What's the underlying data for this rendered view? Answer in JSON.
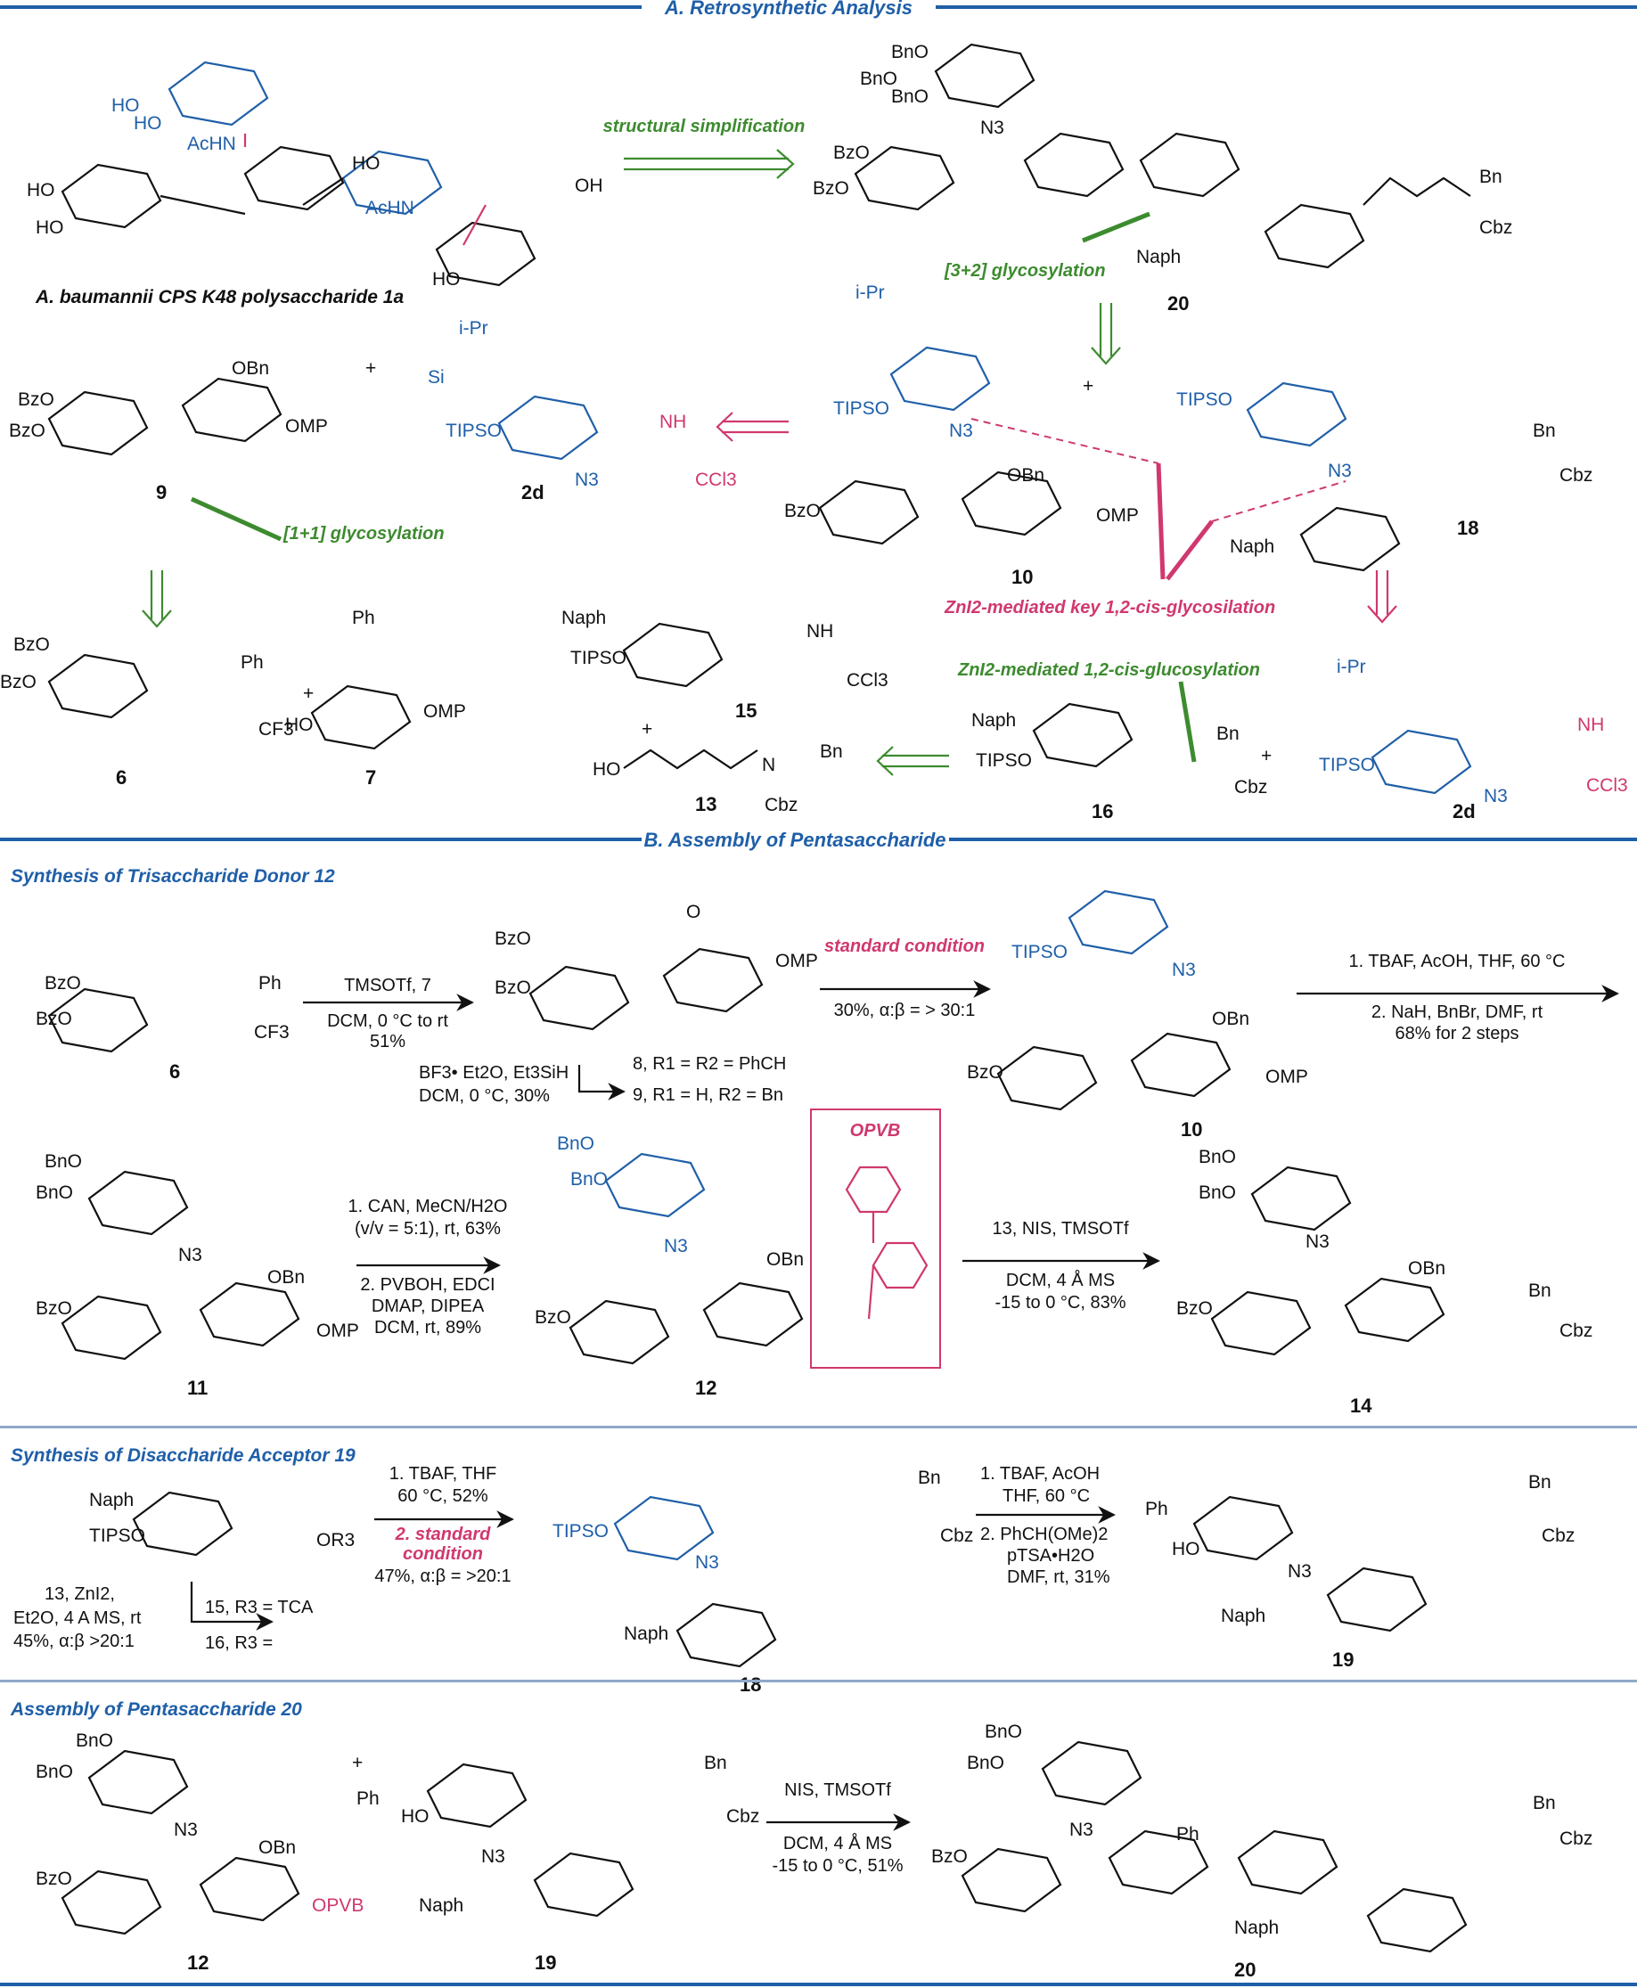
{
  "sections": {
    "a_title": "A. Retrosynthetic Analysis",
    "b_title": "B. Assembly of Pentasaccharide"
  },
  "subsections": {
    "donor12": "Synthesis of Trisaccharide Donor 12",
    "acceptor19": "Synthesis of Disaccharide Acceptor 19",
    "penta20": "Assembly of Pentasaccharide 20"
  },
  "retro": {
    "polysaccharide_label": "A. baumannii CPS K48 polysaccharide 1a",
    "structural_simplification": "structural simplification",
    "glyco_3_2": "[3+2] glycosylation",
    "glyco_1_1": "[1+1] glycosylation",
    "zni2_key": "ZnI2-mediated key 1,2-cis-glycosilation",
    "zni2_glucosylation": "ZnI2-mediated 1,2-cis-glucosylation",
    "plus": "+"
  },
  "compounds": {
    "c1a": "1a",
    "c2d": "2d",
    "c6": "6",
    "c7": "7",
    "c8": "8",
    "c9": "9",
    "c10": "10",
    "c11": "11",
    "c12": "12",
    "c13": "13",
    "c14": "14",
    "c15": "15",
    "c16": "16",
    "c18": "18",
    "c19": "19",
    "c20": "20"
  },
  "groups": {
    "BnO": "BnO",
    "BzO": "BzO",
    "OMP": "OMP",
    "OBn": "OBn",
    "N3": "N3",
    "TIPSO": "TIPSO",
    "iPr": "i-Pr",
    "Si": "Si",
    "O": "O",
    "NH": "NH",
    "CCl3": "CCl3",
    "CF3": "CF3",
    "Ph": "Ph",
    "Naph": "Naph",
    "Cbz": "Cbz",
    "Bn": "Bn",
    "AcHN": "AcHN",
    "HO": "HO",
    "OH": "OH",
    "OPVB": "OPVB",
    "OPVB_box": "OPVB",
    "OR3": "OR3",
    "N": "N"
  },
  "conditions": {
    "s1_top": "TMSOTf, 7",
    "s1_bot1": "DCM, 0 °C to rt",
    "s1_bot2": "51%",
    "s2_a": "BF3• Et2O, Et3SiH",
    "s2_b": "DCM, 0 °C, 30%",
    "r8": "8, R1 = R2 = PhCH",
    "r9": "9, R1 = H, R2 = Bn",
    "s3_top": "standard condition",
    "s3_bot": "30%, α:β = > 30:1",
    "s4_a": "1. TBAF, AcOH, THF, 60 °C",
    "s4_b": "2. NaH, BnBr, DMF, rt",
    "s4_c": "68% for 2 steps",
    "s5_a": "1. CAN, MeCN/H2O",
    "s5_b": "(v/v = 5:1), rt, 63%",
    "s5_c": "2. PVBOH, EDCI",
    "s5_d": "DMAP, DIPEA",
    "s5_e": "DCM, rt, 89%",
    "s6_a": "13, NIS, TMSOTf",
    "s6_b": "DCM, 4 Å MS",
    "s6_c": "-15 to 0 °C, 83%",
    "s7_a": "1. TBAF, THF",
    "s7_b": "60 °C, 52%",
    "s7_c": "2. standard",
    "s7_d": "condition",
    "s7_e": "47%, α:β = >20:1",
    "s8_a": "1. TBAF, AcOH",
    "s8_b": "THF, 60 °C",
    "s8_c": "2. PhCH(OMe)2",
    "s8_d": "pTSA•H2O",
    "s8_e": "DMF, rt, 31%",
    "s9_a": "13, ZnI2,",
    "s9_b": "Et2O, 4 A MS, rt",
    "s9_c": "45%, α:β >20:1",
    "r15": "15, R3 = TCA",
    "r16": "16, R3 =",
    "s10_a": "NIS, TMSOTf",
    "s10_b": "DCM, 4 Å MS",
    "s10_c": "-15 to 0 °C, 51%"
  },
  "colors": {
    "accent_blue": "#1f5fa8",
    "highlight_pink": "#d0386f",
    "note_green": "#3d8b2f",
    "rule_grey": "#8fa9c8"
  }
}
